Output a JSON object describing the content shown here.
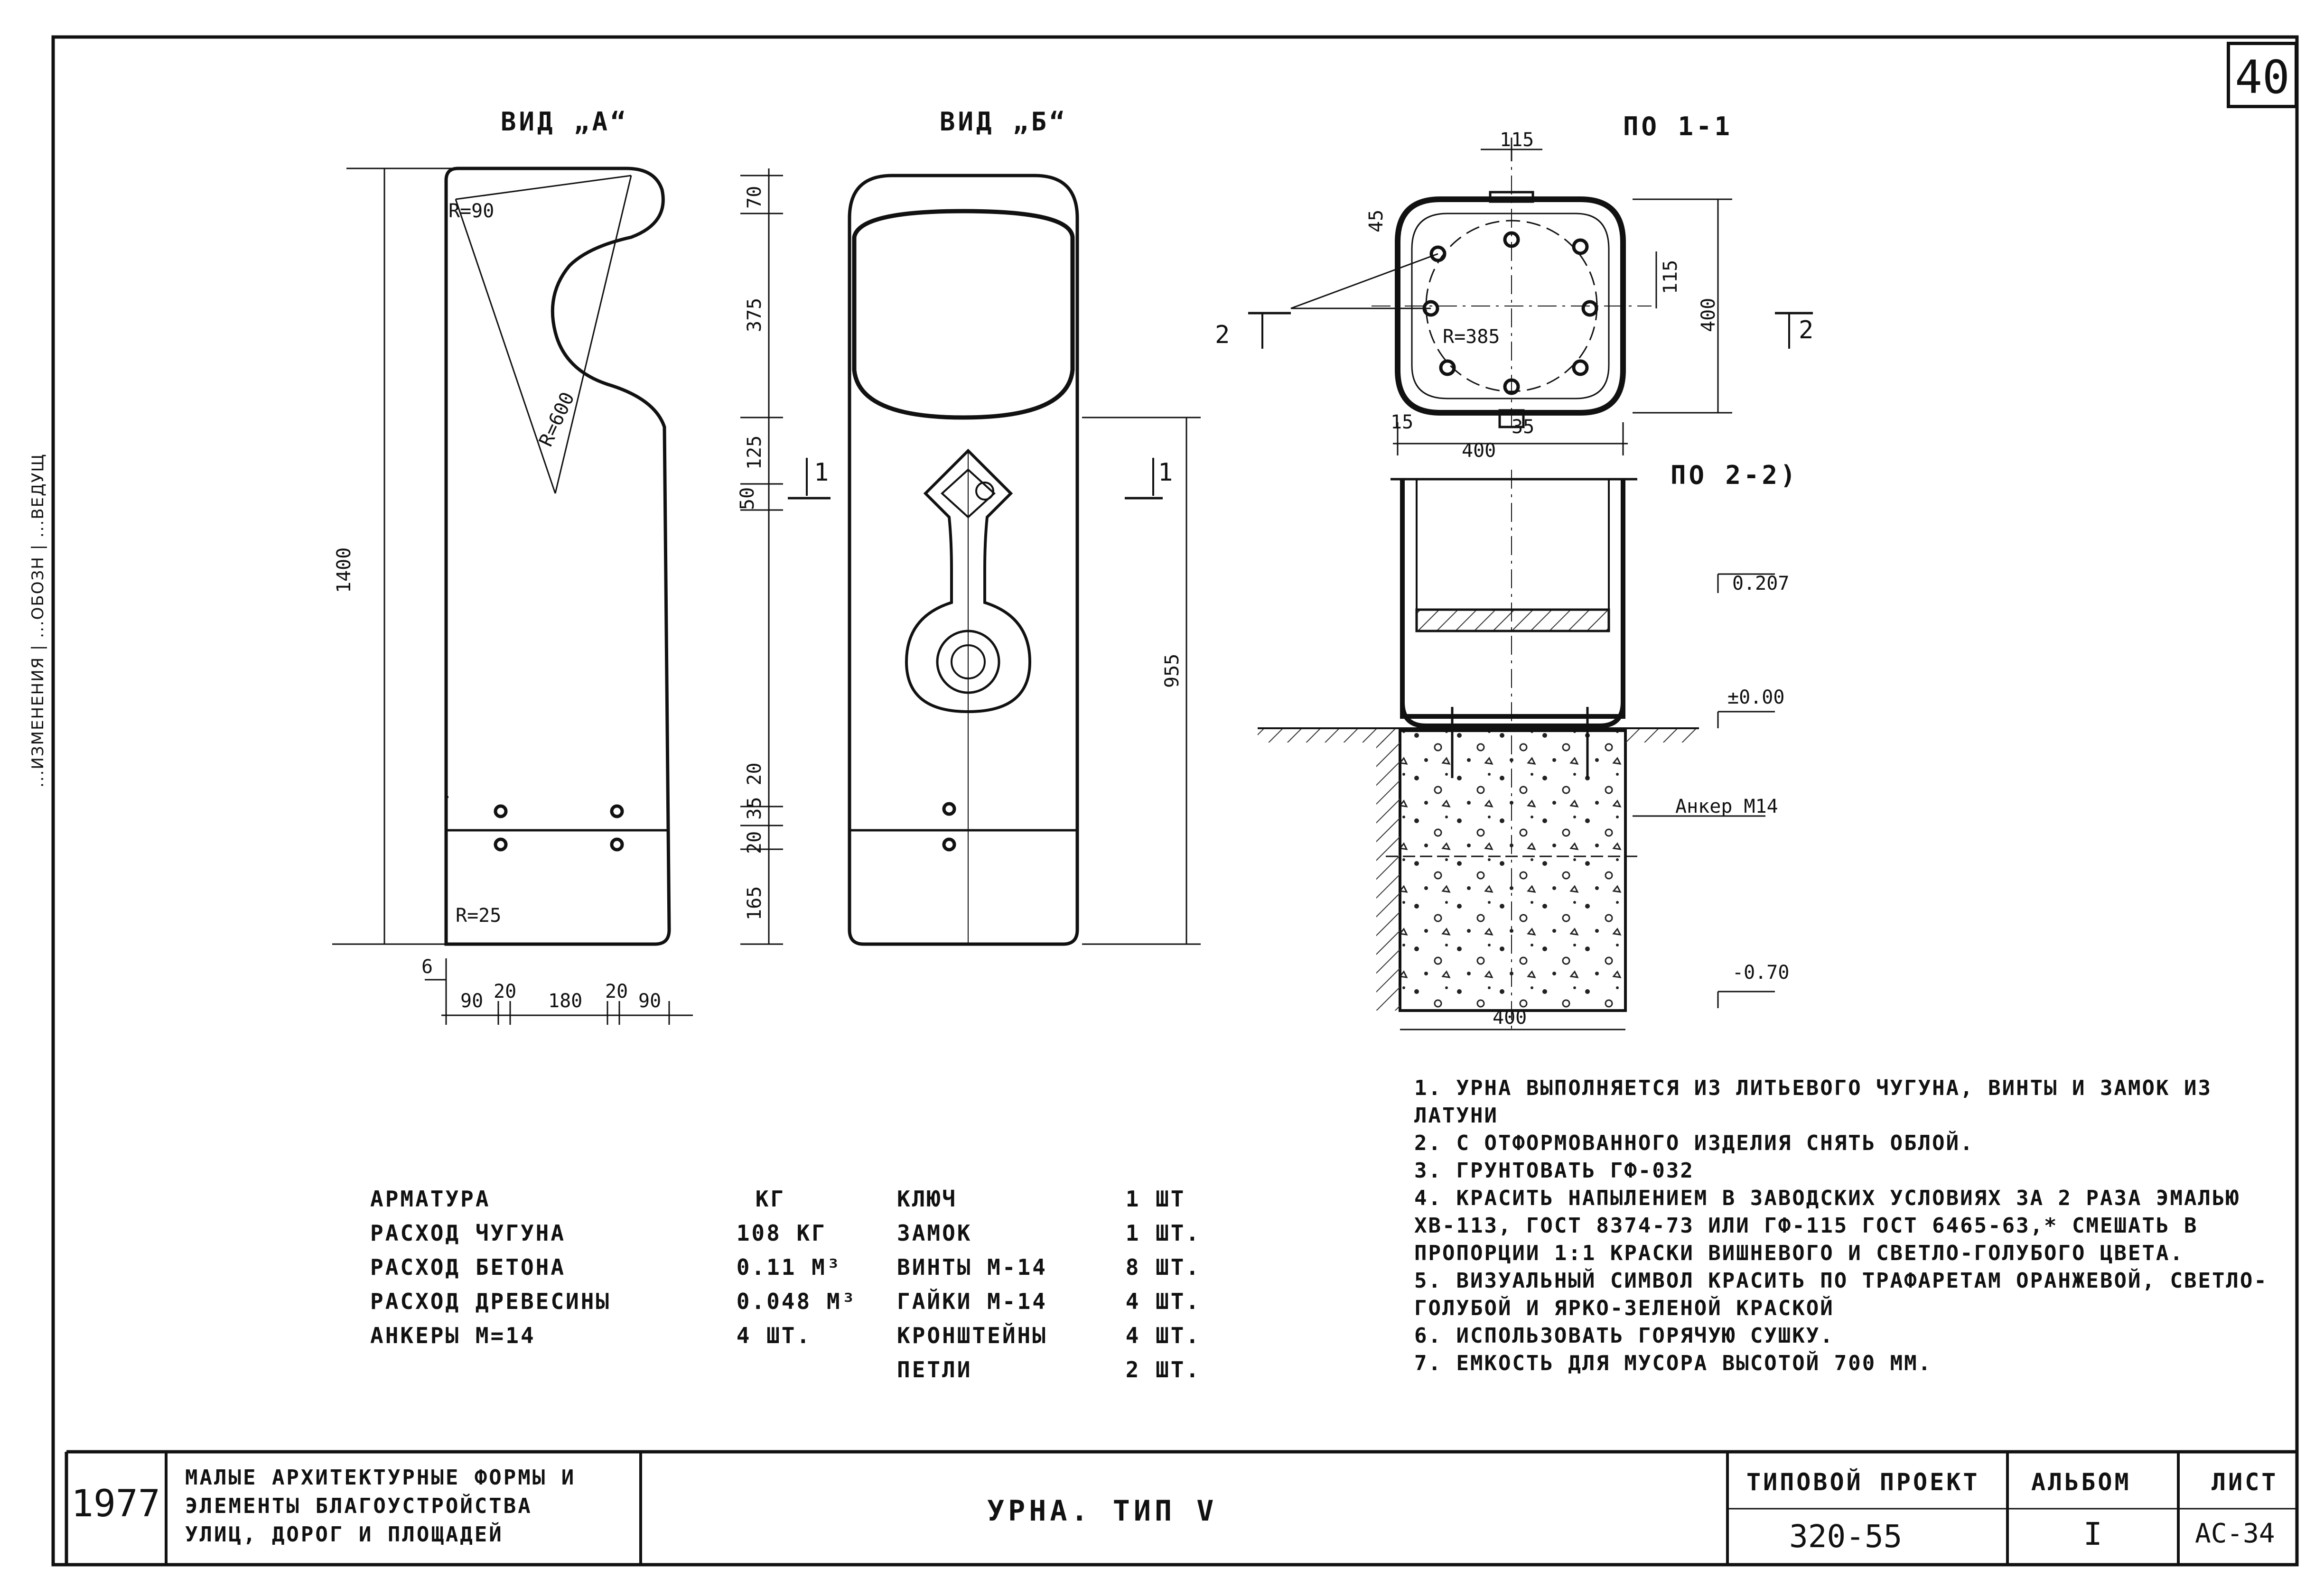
{
  "sheet_number": "40",
  "side_strip": "...ИЗМЕНЕНИЯ | ...ОБОЗН | ...ВЕДУЩ",
  "views": {
    "view_a": "ВИД „А“",
    "view_b": "ВИД „Б“",
    "plan": "ПО 1-1",
    "section": "ПО 2-2)"
  },
  "dims_view_a": {
    "r90": "R=90",
    "r600": "R=600",
    "r25": "R=25",
    "height": "1400",
    "bottom_6": "6",
    "bottom_90a": "90",
    "bottom_20a": "20",
    "bottom_180": "180",
    "bottom_20b": "20",
    "bottom_90b": "90"
  },
  "dims_view_b": {
    "d70": "70",
    "d375": "375",
    "d125": "125",
    "d50": "50",
    "d20_35_20": "20 35 20",
    "d165": "165",
    "d955": "955"
  },
  "section_marks": {
    "m1": "1",
    "m1b": "1",
    "m2": "2",
    "m2b": "2"
  },
  "dims_plan": {
    "d115_top": "115",
    "d45": "45",
    "d115_right": "115",
    "d400_right": "400",
    "r385": "R=385",
    "d15": "15",
    "d35": "35"
  },
  "dims_section": {
    "d400_top": "400",
    "lvl_0207": "0.207",
    "lvl_000": "±0.00",
    "anchor": "Анкер М14",
    "lvl_070": "-0.70",
    "d400_bottom": "400"
  },
  "spec_left": {
    "header": [
      "АРМАТУРА",
      "КГ"
    ],
    "rows": [
      [
        "РАСХОД ЧУГУНА",
        "108 КГ"
      ],
      [
        "РАСХОД БЕТОНА",
        "0.11 М³"
      ],
      [
        "РАСХОД ДРЕВЕСИНЫ",
        "0.048 М³"
      ],
      [
        "АНКЕРЫ М=14",
        "4 ШТ."
      ]
    ]
  },
  "spec_right": {
    "rows": [
      [
        "КЛЮЧ",
        "1 ШТ"
      ],
      [
        "ЗАМОК",
        "1 ШТ."
      ],
      [
        "ВИНТЫ М-14",
        "8 ШТ."
      ],
      [
        "ГАЙКИ М-14",
        "4 ШТ."
      ],
      [
        "КРОНШТЕЙНЫ",
        "4 ШТ."
      ],
      [
        "ПЕТЛИ",
        "2 ШТ."
      ]
    ]
  },
  "notes": [
    "1. УРНА ВЫПОЛНЯЕТСЯ ИЗ ЛИТЬЕВОГО ЧУГУНА, ВИНТЫ И ЗАМОК ИЗ ЛАТУНИ",
    "2. С ОТФОРМОВАННОГО ИЗДЕЛИЯ СНЯТЬ ОБЛОЙ.",
    "3. ГРУНТОВАТЬ ГФ-032",
    "4. КРАСИТЬ НАПЫЛЕНИЕМ В ЗАВОДСКИХ УСЛОВИЯХ ЗА 2 РАЗА ЭМАЛЬЮ ХВ-113, ГОСТ 8374-73 ИЛИ ГФ-115 ГОСТ 6465-63,* СМЕШАТЬ В ПРОПОРЦИИ 1:1 КРАСКИ ВИШНЕВОГО И СВЕТЛО-ГОЛУБОГО ЦВЕТА.",
    "5. ВИЗУАЛЬНЫЙ СИМВОЛ КРАСИТЬ ПО ТРАФАРЕТАМ ОРАНЖЕВОЙ, СВЕТЛО-ГОЛУБОЙ И ЯРКО-ЗЕЛЕНОЙ КРАСКОЙ",
    "6. ИСПОЛЬЗОВАТЬ ГОРЯЧУЮ СУШКУ.",
    "7. ЕМКОСТЬ ДЛЯ МУСОРА ВЫСОТОЙ 700 ММ."
  ],
  "title_block": {
    "year": "1977",
    "org_line1": "МАЛЫЕ АРХИТЕКТУРНЫЕ ФОРМЫ И",
    "org_line2": "ЭЛЕМЕНТЫ БЛАГОУСТРОЙСТВА",
    "org_line3": "УЛИЦ, ДОРОГ И ПЛОЩАДЕЙ",
    "title": "УРНА. ТИП V",
    "project_label": "ТИПОВОЙ ПРОЕКТ",
    "project_value": "320-55",
    "album_label": "АЛЬБОМ",
    "album_value": "I",
    "sheet_label": "ЛИСТ",
    "sheet_value": "АС-34"
  },
  "colors": {
    "ink": "#111111",
    "paper": "#ffffff"
  }
}
